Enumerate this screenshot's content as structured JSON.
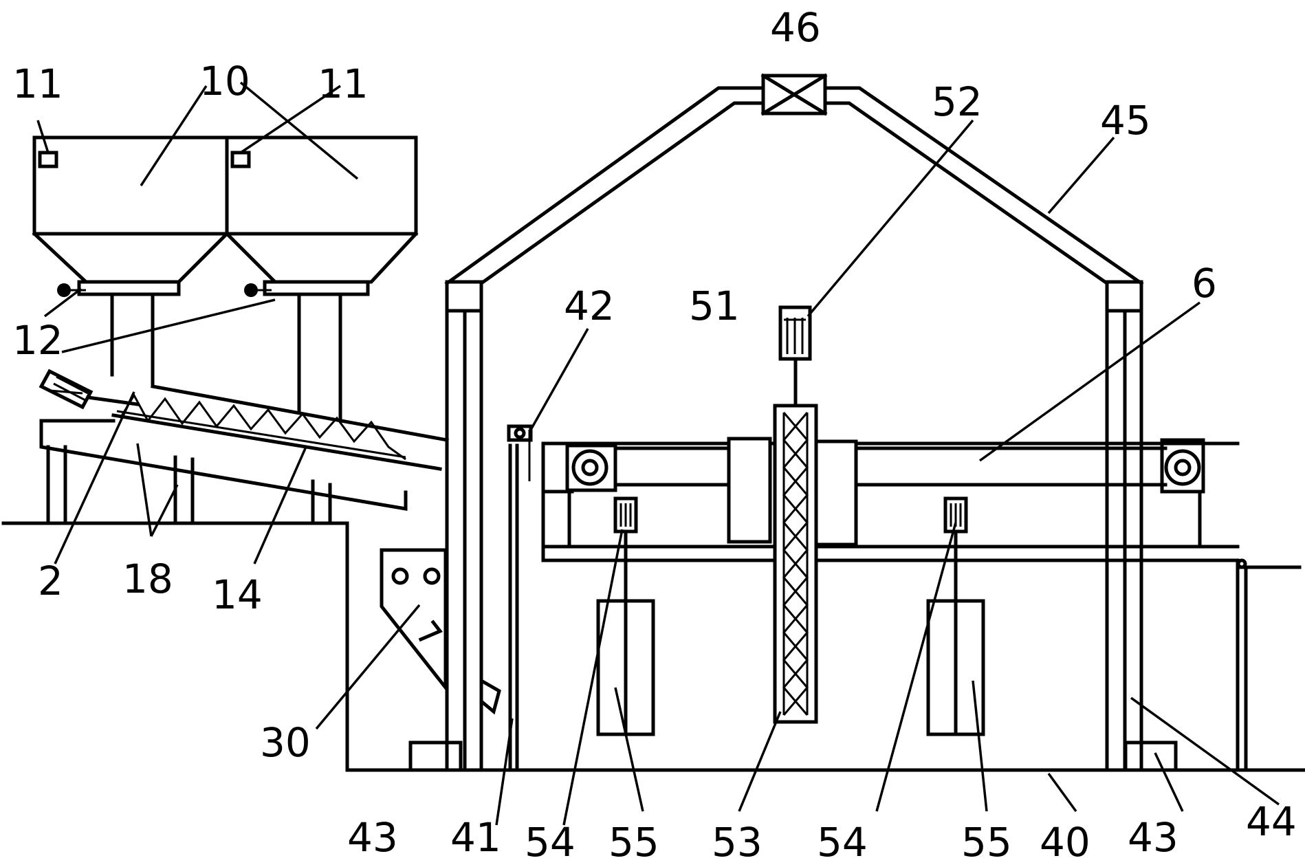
{
  "labels": {
    "l10": "10",
    "l11a": "11",
    "l11b": "11",
    "l12": "12",
    "l2": "2",
    "l18": "18",
    "l14": "14",
    "l30": "30",
    "l43a": "43",
    "l41": "41",
    "l42": "42",
    "l54a": "54",
    "l55a": "55",
    "l51": "51",
    "l53": "53",
    "l52": "52",
    "l46": "46",
    "l45": "45",
    "l6": "6",
    "l54b": "54",
    "l55b": "55",
    "l40": "40",
    "l43b": "43",
    "l44": "44"
  }
}
